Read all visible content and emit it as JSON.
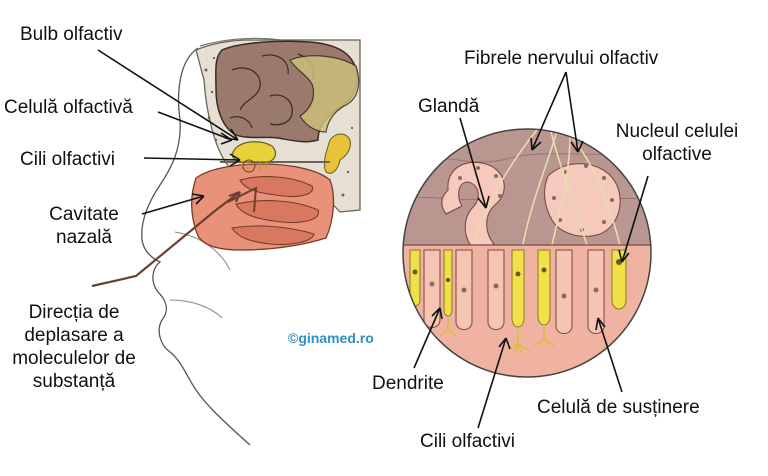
{
  "labels": {
    "bulb": "Bulb olfactiv",
    "cell": "Celulă olfactivă",
    "cilia_left": "Cili olfactivi",
    "cavity_1": "Cavitate",
    "cavity_2": "nazală",
    "direction_1": "Direcția de",
    "direction_2": "deplasare a",
    "direction_3": "moleculelor de",
    "direction_4": "substanță",
    "fibers": "Fibrele nervului olfactiv",
    "gland": "Glandă",
    "nucleus_1": "Nucleul celulei",
    "nucleus_2": "olfactive",
    "dendrites": "Dendrite",
    "support": "Celulă de susținere",
    "cilia_right": "Cili olfactivi"
  },
  "watermark": "©ginamed.ro",
  "colors": {
    "brain": "#9a7a6c",
    "brain_outline": "#3b2a24",
    "bulb": "#e8d23a",
    "cavity": "#e8927a",
    "bone": "#e6e0d4",
    "circle_bg": "#f2c4b2",
    "upper_tissue": "#b99690",
    "gland": "#f5c9bb",
    "olfactory_cell": "#f2e04a",
    "support_cell": "#f0b3a2",
    "nucleus": "#8a6a62"
  }
}
